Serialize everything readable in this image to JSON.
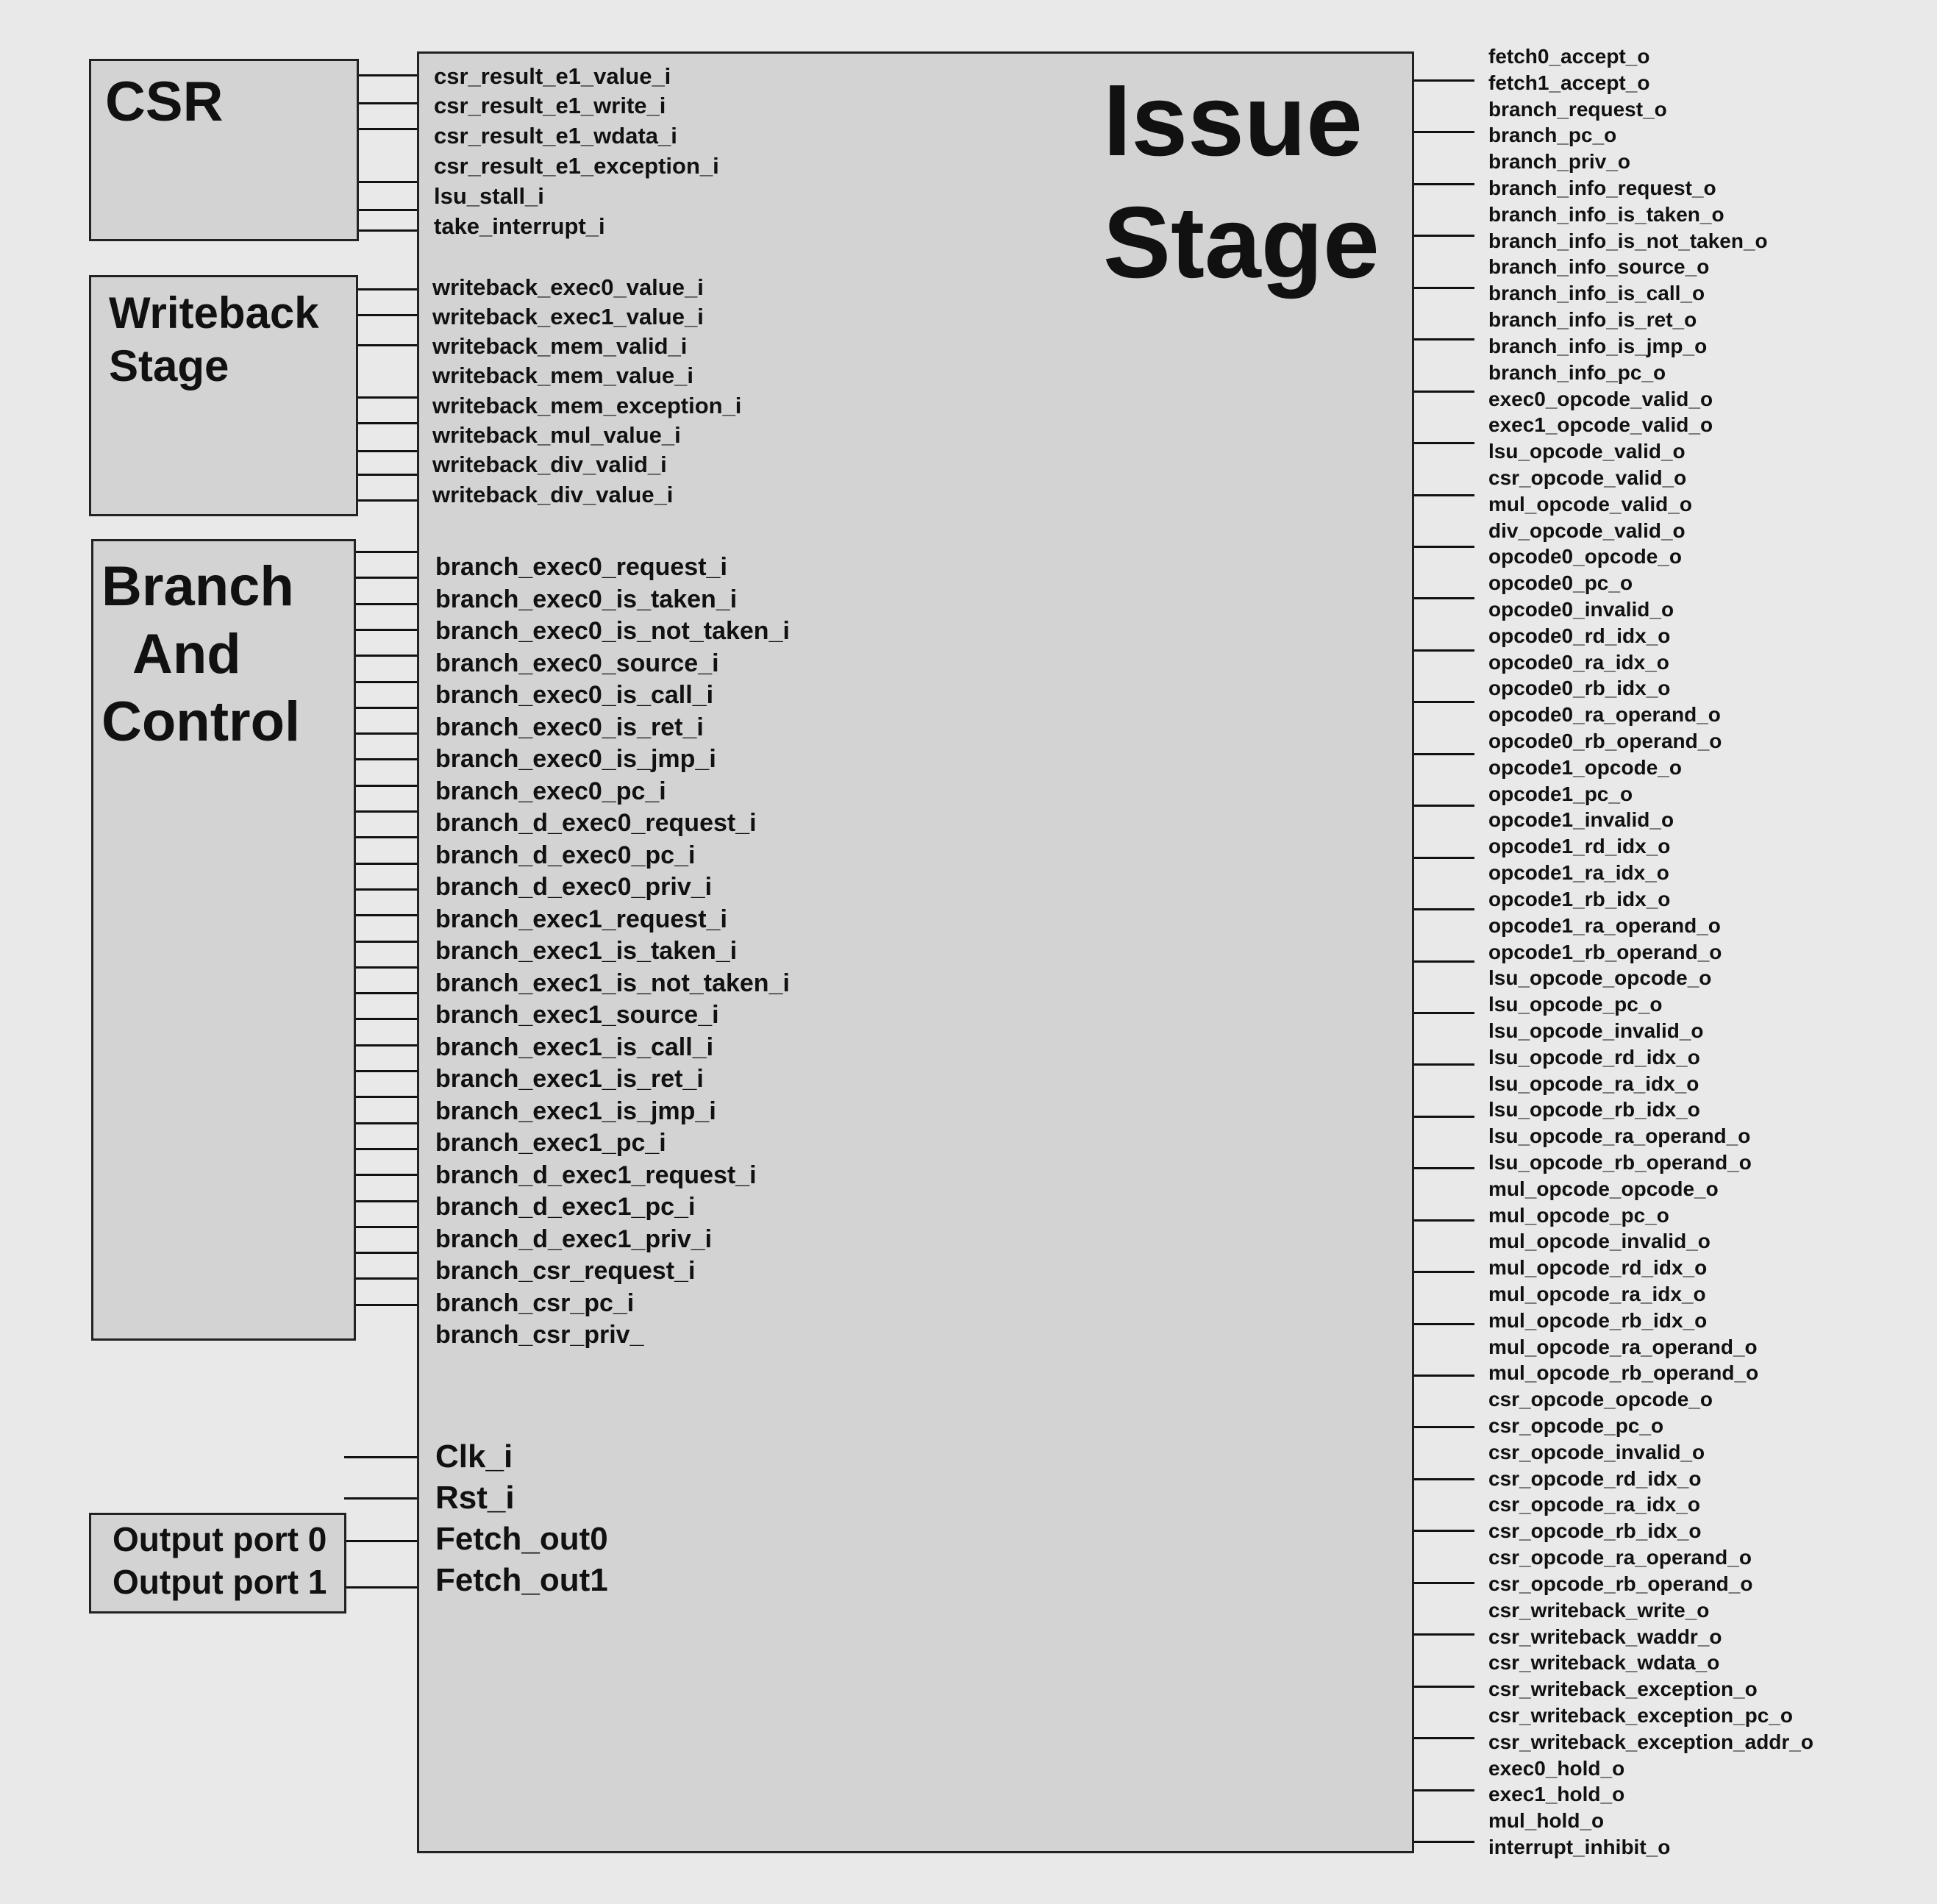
{
  "issue_stage": {
    "title_line1": "Issue",
    "title_line2": "Stage"
  },
  "csr_block": {
    "title": "CSR",
    "inputs": [
      "csr_result_e1_value_i",
      "csr_result_e1_write_i",
      "csr_result_e1_wdata_i",
      "csr_result_e1_exception_i",
      "lsu_stall_i",
      "take_interrupt_i"
    ]
  },
  "writeback_block": {
    "title_line1": "Writeback",
    "title_line2": "Stage",
    "inputs": [
      "writeback_exec0_value_i",
      "writeback_exec1_value_i",
      "writeback_mem_valid_i",
      "writeback_mem_value_i",
      "writeback_mem_exception_i",
      "writeback_mul_value_i",
      "writeback_div_valid_i",
      "writeback_div_value_i"
    ]
  },
  "branch_block": {
    "title_line1": "Branch",
    "title_line2": "And",
    "title_line3": "Control",
    "inputs": [
      "branch_exec0_request_i",
      "branch_exec0_is_taken_i",
      "branch_exec0_is_not_taken_i",
      "branch_exec0_source_i",
      "branch_exec0_is_call_i",
      "branch_exec0_is_ret_i",
      "branch_exec0_is_jmp_i",
      "branch_exec0_pc_i",
      "branch_d_exec0_request_i",
      "branch_d_exec0_pc_i",
      "branch_d_exec0_priv_i",
      "branch_exec1_request_i",
      "branch_exec1_is_taken_i",
      "branch_exec1_is_not_taken_i",
      "branch_exec1_source_i",
      "branch_exec1_is_call_i",
      "branch_exec1_is_ret_i",
      "branch_exec1_is_jmp_i",
      "branch_exec1_pc_i",
      "branch_d_exec1_request_i",
      "branch_d_exec1_pc_i",
      "branch_d_exec1_priv_i",
      "branch_csr_request_i",
      "branch_csr_pc_i",
      "branch_csr_priv_"
    ]
  },
  "system_inputs": [
    "Clk_i",
    "Rst_i",
    "Fetch_out0",
    "Fetch_out1"
  ],
  "output_port_block": {
    "line1": "Output port 0",
    "line2": "Output port 1"
  },
  "outputs": [
    "fetch0_accept_o",
    "fetch1_accept_o",
    "branch_request_o",
    "branch_pc_o",
    "branch_priv_o",
    "branch_info_request_o",
    "branch_info_is_taken_o",
    "branch_info_is_not_taken_o",
    "branch_info_source_o",
    "branch_info_is_call_o",
    "branch_info_is_ret_o",
    "branch_info_is_jmp_o",
    "branch_info_pc_o",
    "exec0_opcode_valid_o",
    "exec1_opcode_valid_o",
    "lsu_opcode_valid_o",
    "csr_opcode_valid_o",
    "mul_opcode_valid_o",
    "div_opcode_valid_o",
    "opcode0_opcode_o",
    "opcode0_pc_o",
    "opcode0_invalid_o",
    "opcode0_rd_idx_o",
    "opcode0_ra_idx_o",
    "opcode0_rb_idx_o",
    "opcode0_ra_operand_o",
    "opcode0_rb_operand_o",
    "opcode1_opcode_o",
    "opcode1_pc_o",
    "opcode1_invalid_o",
    "opcode1_rd_idx_o",
    "opcode1_ra_idx_o",
    "opcode1_rb_idx_o",
    "opcode1_ra_operand_o",
    "opcode1_rb_operand_o",
    "lsu_opcode_opcode_o",
    "lsu_opcode_pc_o",
    "lsu_opcode_invalid_o",
    "lsu_opcode_rd_idx_o",
    "lsu_opcode_ra_idx_o",
    "lsu_opcode_rb_idx_o",
    "lsu_opcode_ra_operand_o",
    "lsu_opcode_rb_operand_o",
    "mul_opcode_opcode_o",
    "mul_opcode_pc_o",
    "mul_opcode_invalid_o",
    "mul_opcode_rd_idx_o",
    "mul_opcode_ra_idx_o",
    "mul_opcode_rb_idx_o",
    "mul_opcode_ra_operand_o",
    "mul_opcode_rb_operand_o",
    "csr_opcode_opcode_o",
    "csr_opcode_pc_o",
    "csr_opcode_invalid_o",
    "csr_opcode_rd_idx_o",
    "csr_opcode_ra_idx_o",
    "csr_opcode_rb_idx_o",
    "csr_opcode_ra_operand_o",
    "csr_opcode_rb_operand_o",
    "csr_writeback_write_o",
    "csr_writeback_waddr_o",
    "csr_writeback_wdata_o",
    "csr_writeback_exception_o",
    "csr_writeback_exception_pc_o",
    "csr_writeback_exception_addr_o",
    "exec0_hold_o",
    "exec1_hold_o",
    "mul_hold_o",
    "interrupt_inhibit_o"
  ]
}
